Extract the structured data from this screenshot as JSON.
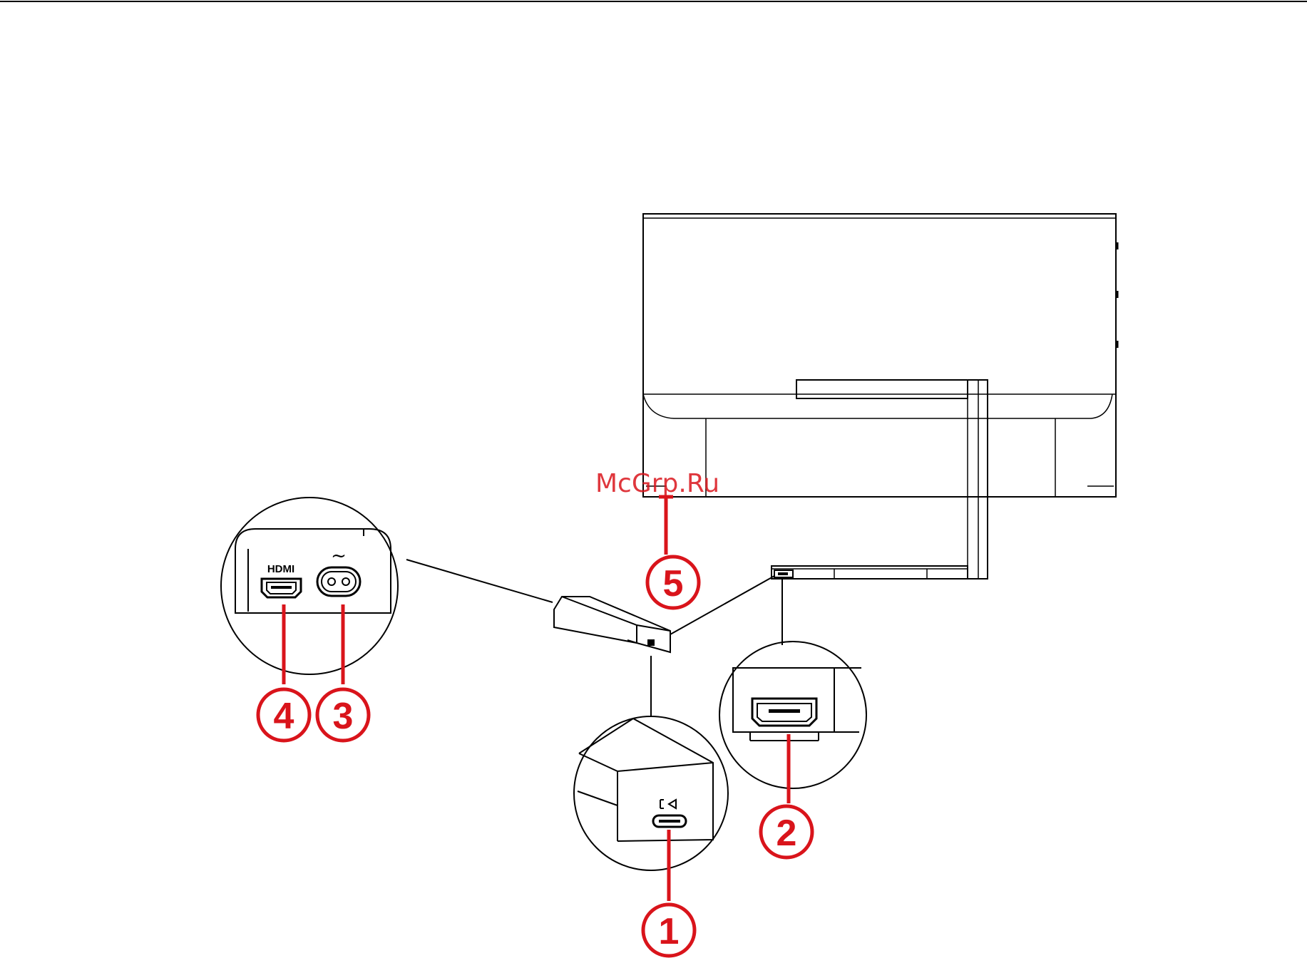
{
  "watermark": "McGrp.Ru",
  "ports_zoom": {
    "hdmi_label": "HDMI",
    "ac_symbol": "~"
  },
  "callouts": [
    {
      "id": "1",
      "label": "1",
      "icon": "usb-c-port"
    },
    {
      "id": "2",
      "label": "2",
      "icon": "hdmi-port-monitor"
    },
    {
      "id": "3",
      "label": "3",
      "icon": "ac-power-inlet"
    },
    {
      "id": "4",
      "label": "4",
      "icon": "hdmi-port-adapter"
    },
    {
      "id": "5",
      "label": "5",
      "icon": "kensington-lock"
    }
  ],
  "colors": {
    "callout": "#d9141b",
    "line": "#000000",
    "background": "#ffffff"
  }
}
